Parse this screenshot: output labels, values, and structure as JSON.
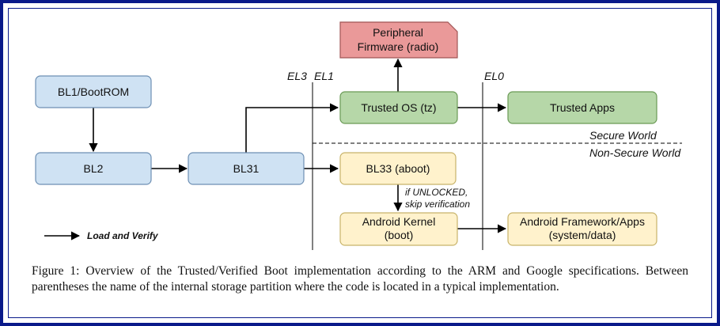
{
  "nodes": {
    "bl1": "BL1/BootROM",
    "bl2": "BL2",
    "bl31": "BL31",
    "bl33": "BL33 (aboot)",
    "peripheral_line1": "Peripheral",
    "peripheral_line2": "Firmware (radio)",
    "trusted_os": "Trusted OS (tz)",
    "trusted_apps": "Trusted Apps",
    "kernel_line1": "Android Kernel",
    "kernel_line2": "(boot)",
    "framework_line1": "Android Framework/Apps",
    "framework_line2": "(system/data)"
  },
  "labels": {
    "el3": "EL3",
    "el1": "EL1",
    "el0": "EL0",
    "secure_world": "Secure World",
    "non_secure_world": "Non-Secure World",
    "unlocked_line1": "if UNLOCKED,",
    "unlocked_line2": "skip verification",
    "legend": "Load and Verify"
  },
  "caption": "Figure 1: Overview of the Trusted/Verified Boot implementation according to the ARM and Google specifications. Between parentheses the name of the internal storage partition where the code is located in a typical implementation.",
  "colors": {
    "blue_fill": "#cfe2f3",
    "blue_stroke": "#6d8fb3",
    "green_fill": "#b6d7a8",
    "green_stroke": "#6a9a55",
    "yellow_fill": "#fff2cc",
    "yellow_stroke": "#c8b36a",
    "red_fill": "#ea9999",
    "red_stroke": "#a05555",
    "frame": "#0a1a8a"
  }
}
